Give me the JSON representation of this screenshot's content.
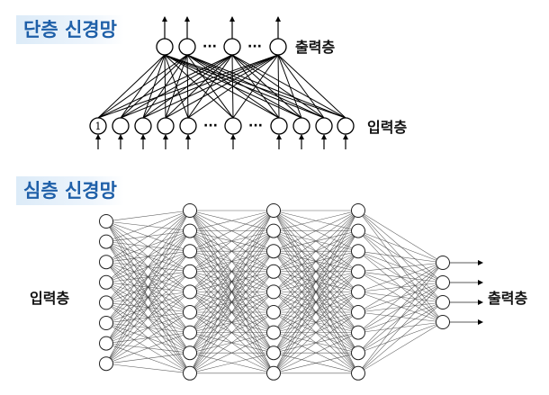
{
  "single_layer": {
    "title": "단층 신경망",
    "output_label": "출력층",
    "input_label": "입력층",
    "bias_node_label": "1",
    "ellipsis": "···"
  },
  "deep_network": {
    "title": "심층 신경망",
    "input_label": "입력층",
    "output_label": "출력층"
  },
  "colors": {
    "title_text": "#1e5fa8",
    "title_bg": "#dcebf8",
    "lines": "#000000"
  }
}
